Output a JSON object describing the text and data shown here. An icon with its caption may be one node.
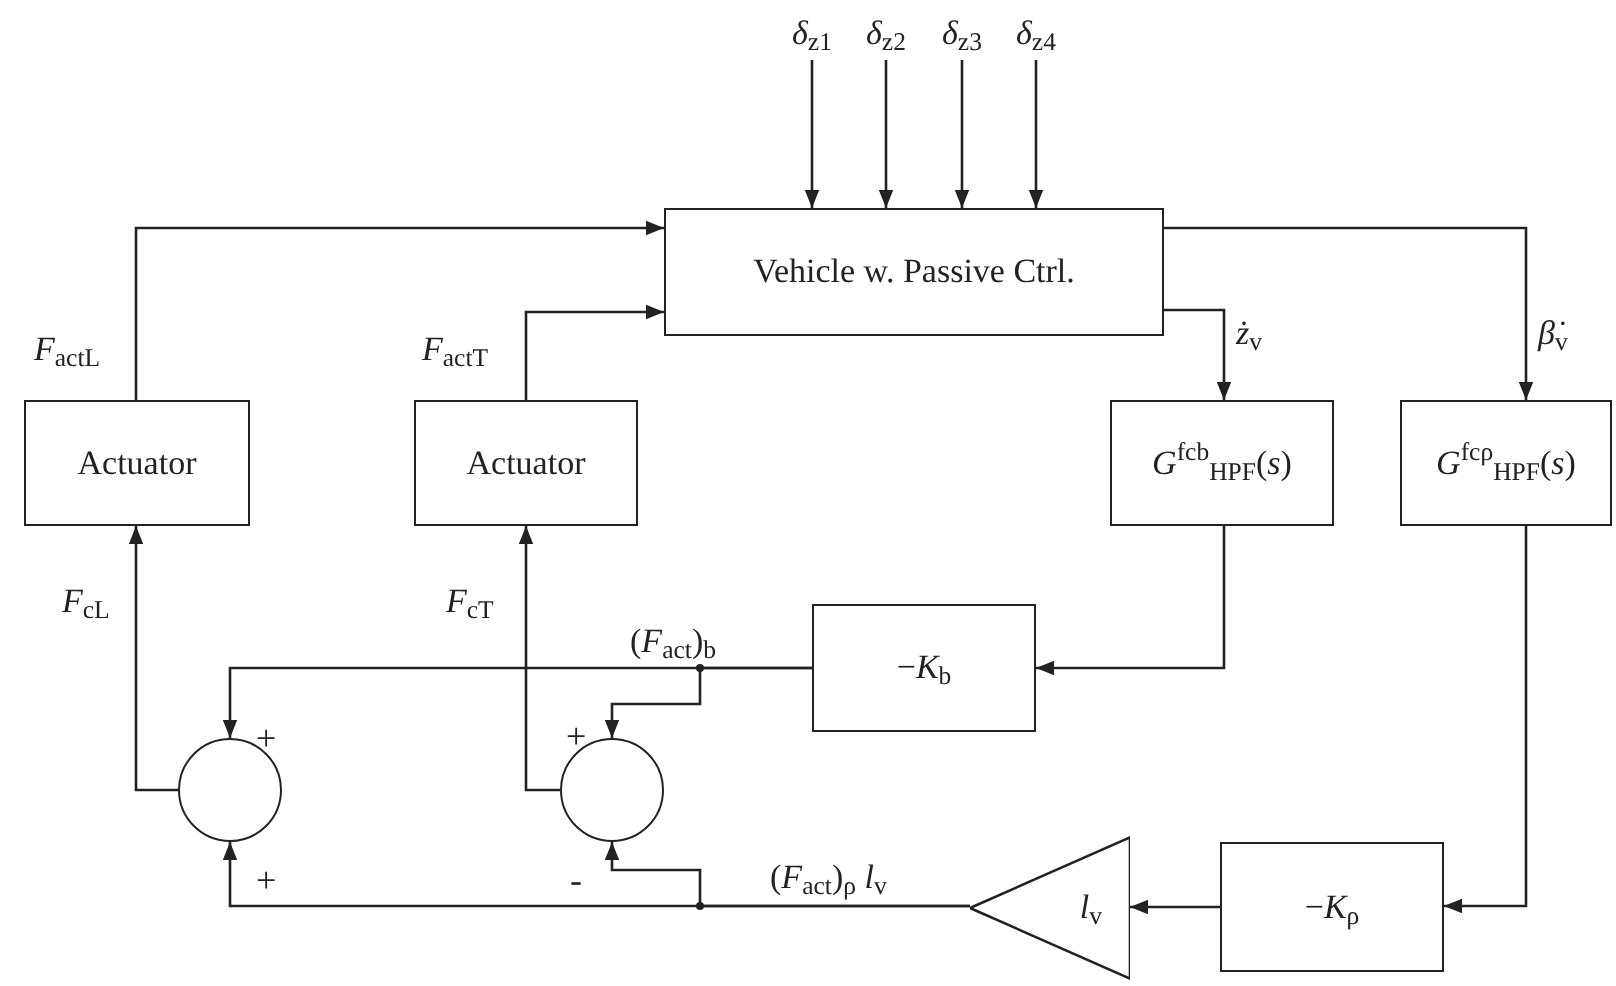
{
  "diagram": {
    "nodes": [
      {
        "text": [
          "*δ*$_{z1}$"
        ]
      },
      {
        "text": [
          "*δ*$_{z2}$"
        ]
      },
      {
        "text": [
          "*δ*$_{z3}$"
        ]
      },
      {
        "text": [
          "*δ*$_{z4}$"
        ]
      },
      {
        "text": [
          "Vehicle w. Passive Ctrl."
        ]
      },
      {
        "text": [
          "Actuator"
        ]
      },
      {
        "text": [
          "Actuator"
        ]
      },
      {
        "text": [
          "*G*$^{fcb}$$_{HPF}$(*s*)"
        ]
      },
      {
        "text": [
          "*G*$^{fcρ}$$_{HPF}$(*s*)"
        ]
      },
      {
        "text": [
          "−*K*$_{b}$"
        ]
      },
      {
        "text": [],
        "shape": "circle"
      },
      {
        "text": [],
        "shape": "circle"
      },
      {
        "text": [
          "*l*$_{v}$"
        ]
      },
      {
        "text": [
          "−*K*$_{ρ}$"
        ]
      }
    ],
    "edges": [
      {
        "from": 0,
        "to": 4,
        "arrow": "to"
      },
      {
        "from": 1,
        "to": 4,
        "arrow": "to"
      },
      {
        "from": 2,
        "to": 4,
        "arrow": "to"
      },
      {
        "from": 3,
        "to": 4,
        "arrow": "to"
      },
      {
        "from": 5,
        "to": 4,
        "arrow": "to",
        "label": "*F*$_{actL}$"
      },
      {
        "from": 6,
        "to": 4,
        "arrow": "to",
        "label": "*F*$_{actT}$"
      },
      {
        "from": 4,
        "to": 7,
        "arrow": "to",
        "label": "*ż*$_{v}$"
      },
      {
        "from": 4,
        "to": 8,
        "arrow": "to",
        "label": "*β̇*$_{v}$"
      },
      {
        "from": 7,
        "to": 9,
        "arrow": "to"
      },
      {
        "from": 8,
        "to": 13,
        "arrow": "to"
      },
      {
        "from": 9,
        "to": 10,
        "arrow": "to",
        "label": "(*F*$_{act}$)$_{b}$"
      },
      {
        "from": 9,
        "to": 11,
        "arrow": "to"
      },
      {
        "from": 13,
        "to": 12,
        "arrow": "to"
      },
      {
        "from": 12,
        "to": 10,
        "arrow": "to",
        "label": "(*F*$_{act}$)$_{ρ}$ *l*$_{v}$"
      },
      {
        "from": 12,
        "to": 11,
        "arrow": "to"
      },
      {
        "from": 10,
        "to": 5,
        "arrow": "to",
        "label": "*F*$_{cL}$"
      },
      {
        "from": 11,
        "to": 6,
        "arrow": "to",
        "label": "*F*$_{cT}$"
      }
    ],
    "labels": [
      "+",
      "+",
      "+",
      "-"
    ]
  }
}
